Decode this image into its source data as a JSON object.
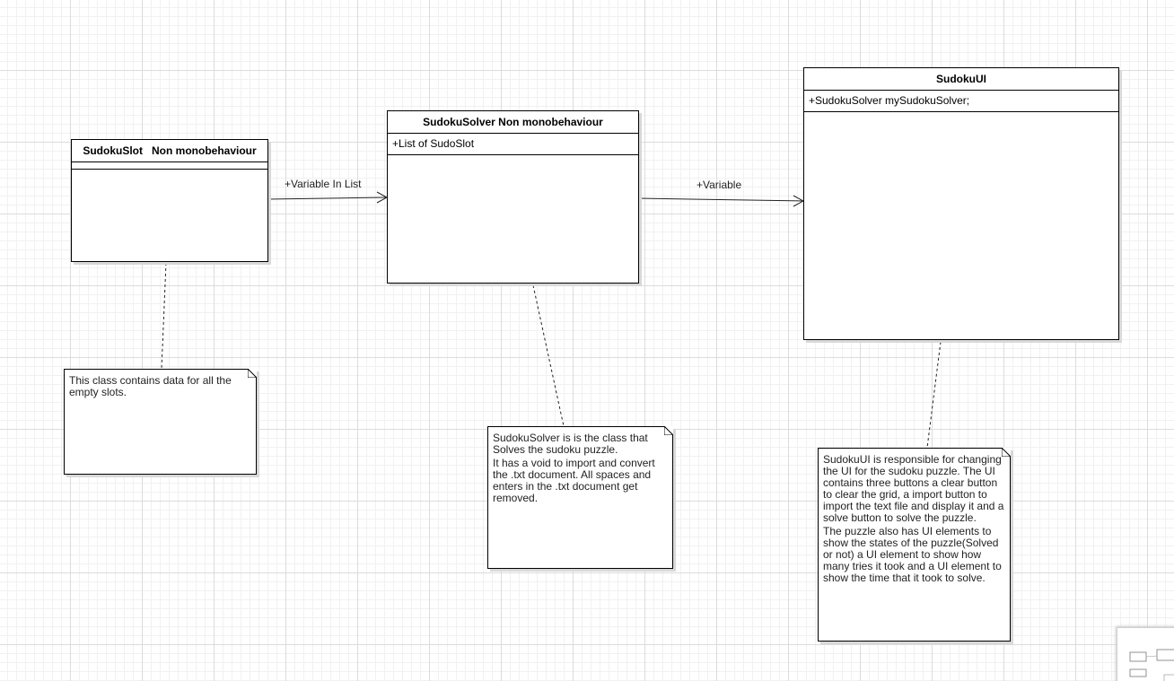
{
  "classes": {
    "sudoku_slot": {
      "title": "SudokuSlot   Non monobehaviour"
    },
    "sudoku_solver": {
      "title": "SudokuSolver Non monobehaviour",
      "attribute": "+List of SudoSlot"
    },
    "sudoku_ui": {
      "title": "SudokuUI",
      "attribute": "+SudokuSolver mySudokuSolver;"
    }
  },
  "edges": {
    "slot_to_solver": "+Variable In List",
    "solver_to_ui": "+Variable"
  },
  "notes": {
    "slot_note": {
      "p1": "This class contains data for all the empty slots."
    },
    "solver_note": {
      "p1": "SudokuSolver is is the class that Solves the sudoku puzzle.",
      "p2": "It has a void to import and convert the .txt document. All spaces and enters in the .txt document get removed."
    },
    "ui_note": {
      "p1": "SudokuUI is responsible for changing the UI for the sudoku puzzle. The UI contains three buttons a clear button to clear the grid, a import button to import the text file and display it and a solve button to solve the puzzle.",
      "p2": "The puzzle also has UI elements to show the states of the puzzle(Solved or not) a UI element to show how many tries it took and a UI element to show the time that it took to solve."
    }
  }
}
